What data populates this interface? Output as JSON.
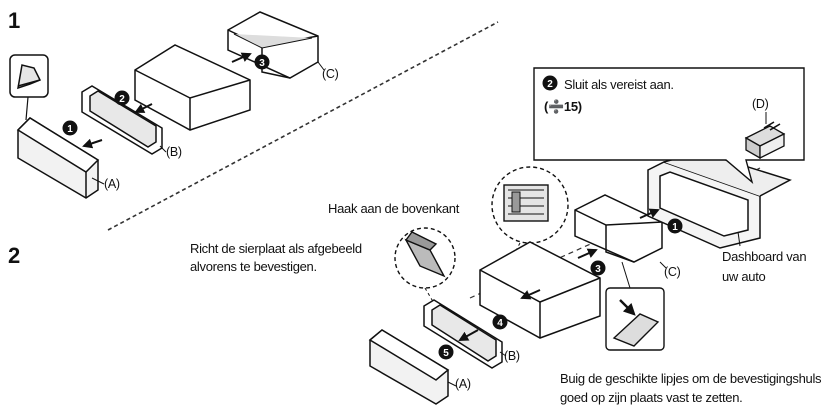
{
  "steps": {
    "one": "1",
    "two": "2"
  },
  "callouts": {
    "c1": "1",
    "c2": "2",
    "c3": "3",
    "c4": "4",
    "c5": "5"
  },
  "labels": {
    "A": "(A)",
    "B": "(B)",
    "C": "(C)",
    "D": "(D)"
  },
  "texts": {
    "hook": "Haak aan de bovenkant",
    "orient_line1": "Richt de sierplaat als afgebeeld",
    "orient_line2": "alvorens te bevestigen.",
    "connect": "Sluit als vereist aan.",
    "ref": "(➗15)",
    "dashboard_line1": "Dashboard van",
    "dashboard_line2": "uw auto",
    "bend_line1": "Buig de geschikte lipjes om de bevestigingshuls",
    "bend_line2": "goed op zijn plaats vast te zetten."
  }
}
